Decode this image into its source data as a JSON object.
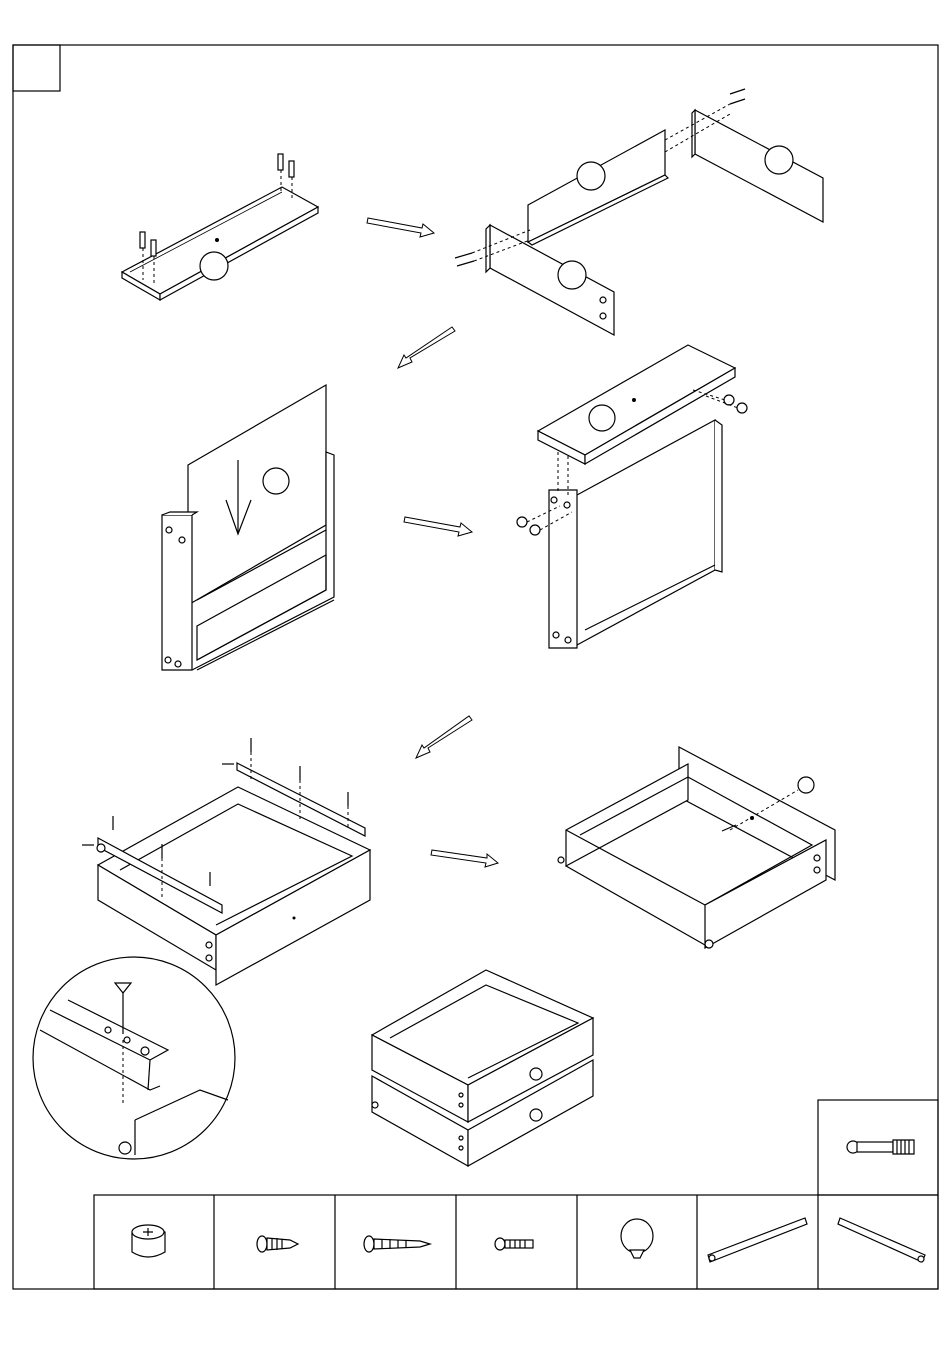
{
  "sheet": {
    "step_badge_text": "",
    "colors": {
      "line": "#000000",
      "paper": "#ffffff"
    }
  },
  "steps": [
    {
      "name": "bottom-panel-with-dowels"
    },
    {
      "name": "back-rail-and-side-rails"
    },
    {
      "name": "insert-back-panel"
    },
    {
      "name": "attach-top-panel-with-cam-locks"
    },
    {
      "name": "attach-drawer-slides"
    },
    {
      "name": "attach-knob"
    },
    {
      "name": "finished-two-drawer-unit"
    }
  ],
  "flow_arrows": [
    {
      "name": "arrow-step1-to-step2",
      "direction": "right"
    },
    {
      "name": "arrow-step2-to-step3",
      "direction": "down-left"
    },
    {
      "name": "arrow-step3-to-step4",
      "direction": "right"
    },
    {
      "name": "arrow-step4-to-step5",
      "direction": "down-left"
    },
    {
      "name": "arrow-step5-to-step6",
      "direction": "right"
    }
  ],
  "hardware_parts": [
    {
      "name": "cam-lock-icon"
    },
    {
      "name": "short-screw-icon"
    },
    {
      "name": "long-screw-icon"
    },
    {
      "name": "machine-screw-icon"
    },
    {
      "name": "knob-icon"
    },
    {
      "name": "drawer-slide-left-icon"
    },
    {
      "name": "drawer-slide-right-icon"
    }
  ],
  "extra_part": {
    "name": "cam-bolt-icon"
  },
  "detail": {
    "name": "slide-screw-detail-magnifier"
  }
}
